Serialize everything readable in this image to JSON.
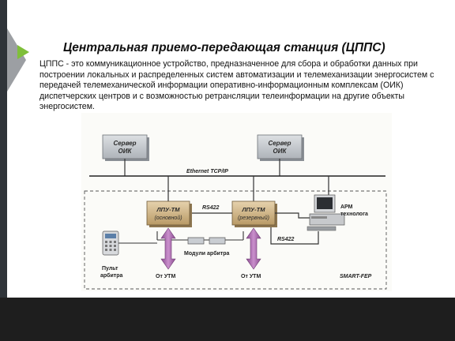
{
  "slide": {
    "title": "Центральная приемо-передающая станция (ЦППС)",
    "description": "ЦППС - это коммуникационное устройство, предназначенное для сбора и обработки данных при построении локальных и распределенных систем автоматизации и телемеханизации энергосистем с передачей телемеханической информации оперативно-информационным комплексам (ОИК) диспетчерских центров и с возможностью ретрансляции телеинформации на другие объекты энергосистем."
  },
  "diagram": {
    "server_left": {
      "line1": "Сервер",
      "line2": "ОИК"
    },
    "server_right": {
      "line1": "Сервер",
      "line2": "ОИК"
    },
    "network_label": "Ethernet TCP/IP",
    "rs422_top": "RS422",
    "rs422_bottom": "RS422",
    "lpu_main": {
      "line1": "ЛПУ-ТМ",
      "line2": "(основной)"
    },
    "lpu_reserve": {
      "line1": "ЛПУ-ТМ",
      "line2": "(резервный)"
    },
    "arm_label": {
      "line1": "АРМ",
      "line2": "технолога"
    },
    "arbiter_modules": "Модули арбитра",
    "arbiter_panel": {
      "line1": "Пульт",
      "line2": "арбитра"
    },
    "from_utm_left": "От УТМ",
    "from_utm_right": "От УТМ",
    "smart_fep": "SMART-FEP"
  },
  "colors": {
    "server_fill": "#c9cdd2",
    "lpu_fill": "#d4b98a",
    "arrow_fill": "#b06cb4",
    "bottom_bar": "#1e1e1e",
    "accent_green": "#7fbf3a"
  }
}
